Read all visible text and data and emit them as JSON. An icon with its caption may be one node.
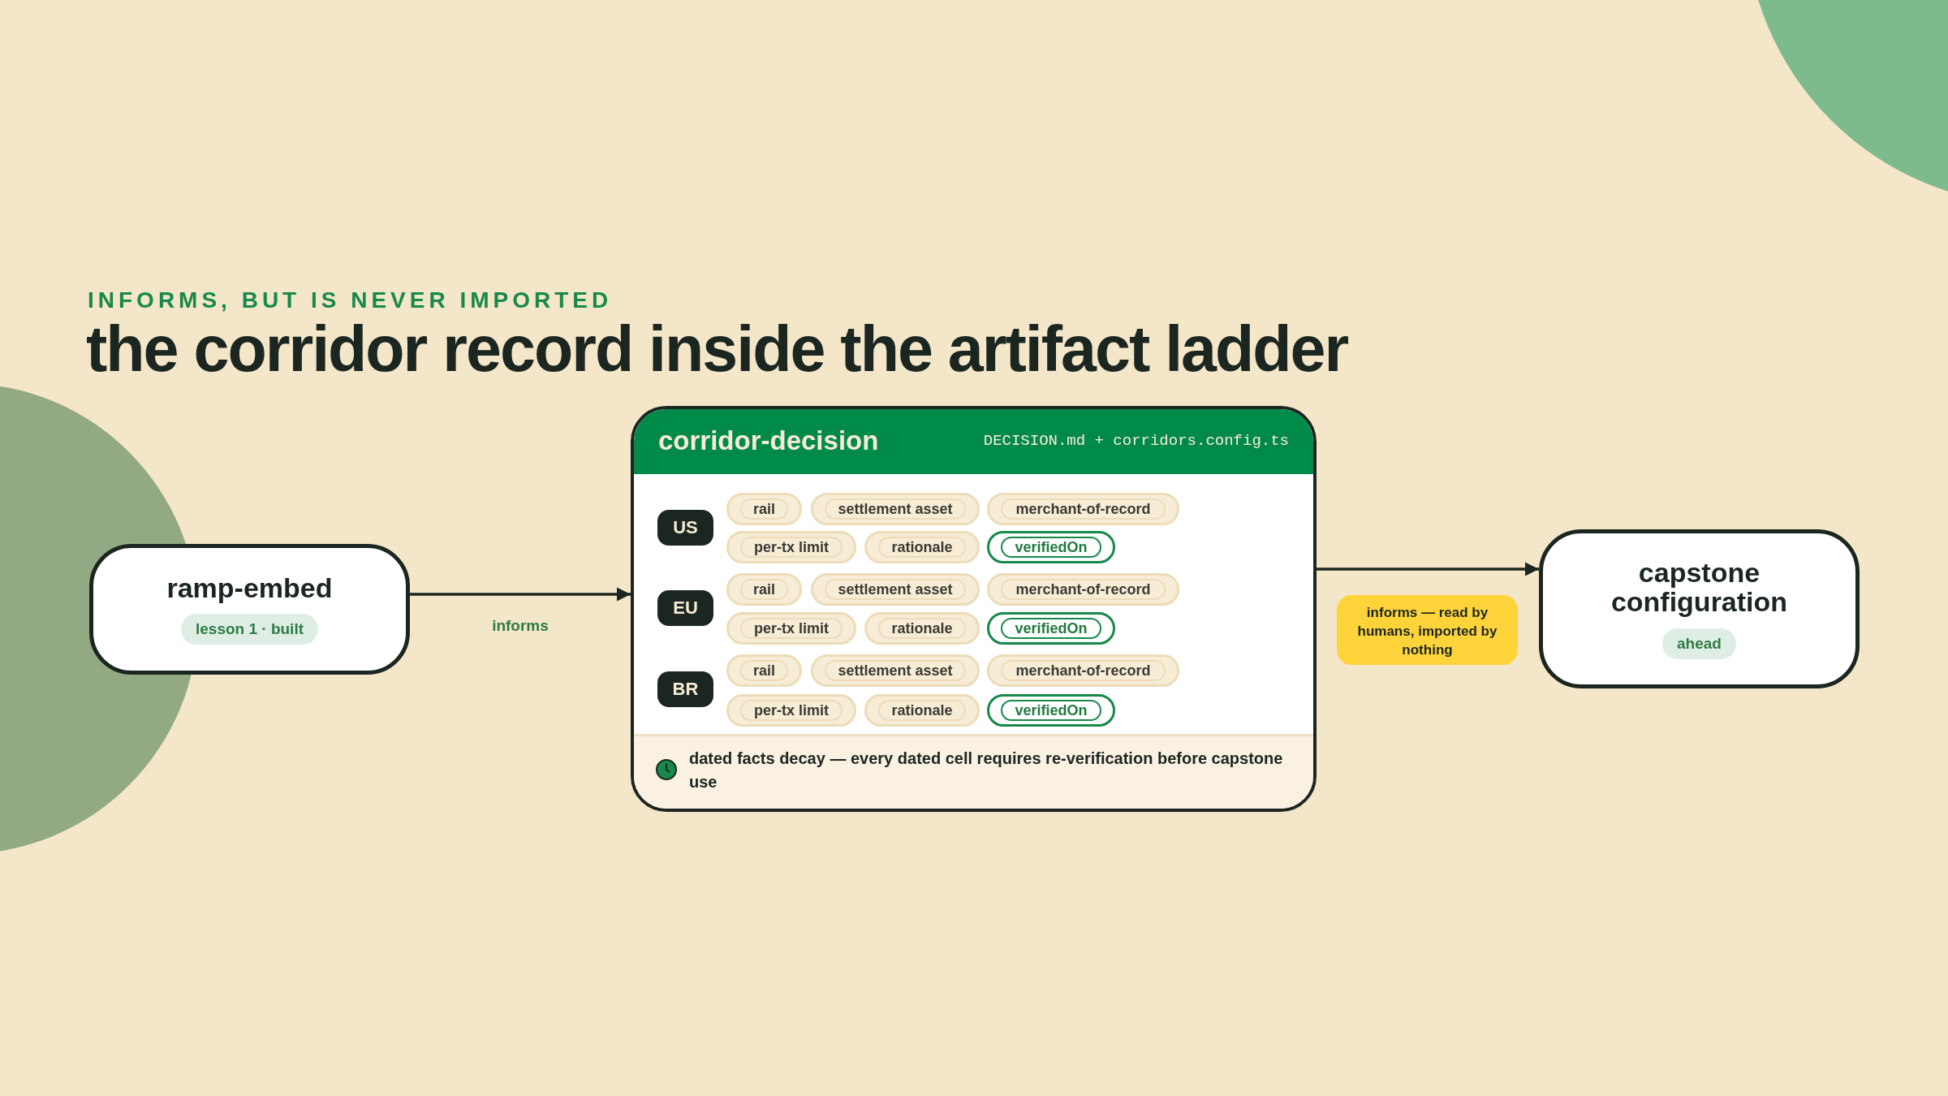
{
  "diagram": {
    "title": "the corridor record inside the artifact ladder",
    "nodes": [
      {
        "text": [
          "ramp-embed",
          "lesson 1 · built"
        ]
      },
      {
        "text": [
          "corridor-decision",
          "DECISION.md + corridors.config.ts",
          "dated facts decay — every dated cell requires re-verification before capstone use"
        ]
      },
      {
        "text": [
          "US"
        ],
        "in": 1
      },
      {
        "text": [
          "rail"
        ],
        "in": 1
      },
      {
        "text": [
          "settlement asset"
        ],
        "in": 1
      },
      {
        "text": [
          "merchant-of-record"
        ],
        "in": 1
      },
      {
        "text": [
          "per-tx limit"
        ],
        "in": 1
      },
      {
        "text": [
          "rationale"
        ],
        "in": 1
      },
      {
        "text": [
          "verifiedOn"
        ],
        "in": 1
      },
      {
        "text": [
          "EU"
        ],
        "in": 1
      },
      {
        "text": [
          "rail"
        ],
        "in": 1
      },
      {
        "text": [
          "settlement asset"
        ],
        "in": 1
      },
      {
        "text": [
          "merchant-of-record"
        ],
        "in": 1
      },
      {
        "text": [
          "per-tx limit"
        ],
        "in": 1
      },
      {
        "text": [
          "rationale"
        ],
        "in": 1
      },
      {
        "text": [
          "verifiedOn"
        ],
        "in": 1
      },
      {
        "text": [
          "BR"
        ],
        "in": 1
      },
      {
        "text": [
          "rail"
        ],
        "in": 1
      },
      {
        "text": [
          "settlement asset"
        ],
        "in": 1
      },
      {
        "text": [
          "merchant-of-record"
        ],
        "in": 1
      },
      {
        "text": [
          "per-tx limit"
        ],
        "in": 1
      },
      {
        "text": [
          "rationale"
        ],
        "in": 1
      },
      {
        "text": [
          "verifiedOn"
        ],
        "in": 1
      },
      {
        "text": [
          "capstone configuration",
          "ahead"
        ]
      }
    ],
    "edges": [
      {
        "from": 0,
        "to": 1,
        "arrow": "to",
        "label": "informs"
      },
      {
        "from": 1,
        "to": 23,
        "arrow": "to",
        "label": "informs — read by humans, imported by nothing"
      }
    ],
    "labels": [
      "INFORMS, BUT IS NEVER IMPORTED"
    ]
  }
}
